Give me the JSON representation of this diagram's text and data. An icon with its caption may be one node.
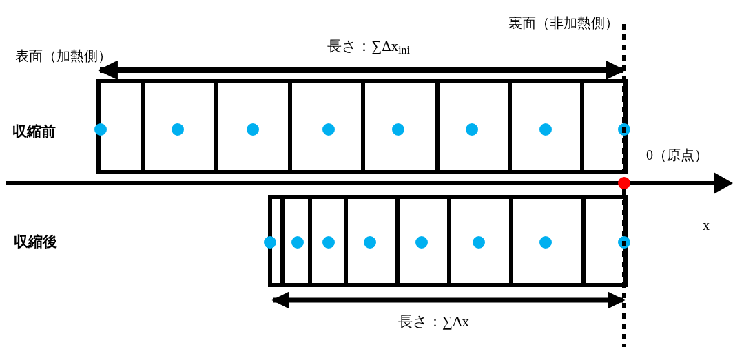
{
  "diagram": {
    "labels": [
      "裏面（非加熱側）",
      "長さ：∑Δx$_{ini}$",
      "表面（加熱側）",
      "収縮前",
      "0（原点）",
      "x",
      "収縮後",
      "長さ：∑Δx"
    ]
  }
}
